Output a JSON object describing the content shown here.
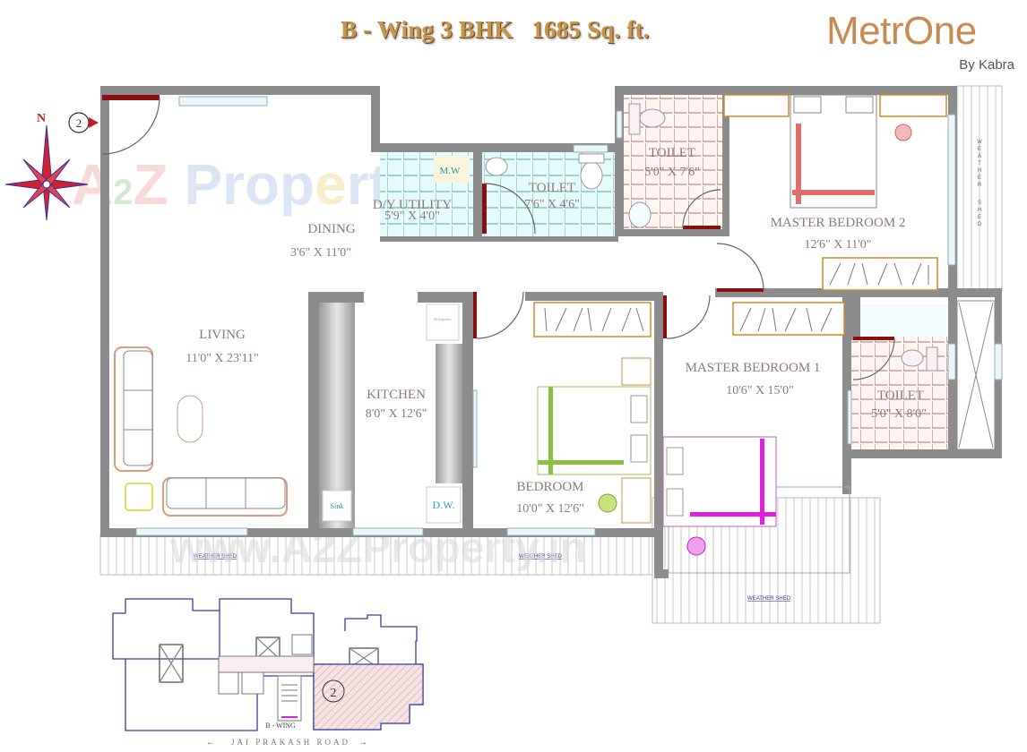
{
  "header": {
    "title": "B - Wing 3 BHK   1685 Sq. ft.",
    "title_color": "#c8964a"
  },
  "logo": {
    "brand": "MetrOne",
    "brand_color": "#c98a52",
    "subtitle": "By Kabra"
  },
  "compass": {
    "north_label": "N",
    "flat_marker": "2"
  },
  "watermark": {
    "top": "A2Z Property",
    "bottom": "www.A2ZProperty.in"
  },
  "rooms": [
    {
      "id": "dining",
      "name": "DINING",
      "size": "3'6\" X 11'0\""
    },
    {
      "id": "living",
      "name": "LIVING",
      "size": "11'0\" X 23'11\""
    },
    {
      "id": "dry-utility",
      "name": "D/Y UTILITY",
      "size": "5'9\" X 4'0\""
    },
    {
      "id": "toilet-common",
      "name": "TOILET",
      "size": "7'6\" X 4'6\""
    },
    {
      "id": "toilet-mb2",
      "name": "TOILET",
      "size": "5'0\" X 7'6\""
    },
    {
      "id": "master-bedroom-2",
      "name": "MASTER BEDROOM 2",
      "size": "12'6\" X 11'0\""
    },
    {
      "id": "kitchen",
      "name": "KITCHEN",
      "size": "8'0\" X 12'6\""
    },
    {
      "id": "bedroom",
      "name": "BEDROOM",
      "size": "10'0\" X 12'6\""
    },
    {
      "id": "master-bedroom-1",
      "name": "MASTER BEDROOM 1",
      "size": "10'6\" X 15'0\""
    },
    {
      "id": "toilet-mb1",
      "name": "TOILET",
      "size": "5'0\" X 8'0\""
    }
  ],
  "fixtures": {
    "microwave": "M.W",
    "sink": "Sink",
    "dishwasher": "D.W.",
    "refrigerator": "Refrigerator"
  },
  "weather_shed": {
    "label": "WEATHER SHED",
    "vertical_label": "WEATHER SHED"
  },
  "key_plan": {
    "wing_label": "B - WING",
    "flat_marker": "2",
    "road_label": "JAI PRAKASH ROAD"
  }
}
